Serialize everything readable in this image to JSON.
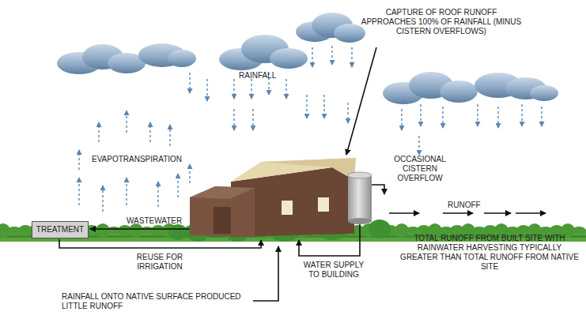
{
  "diagram": {
    "nodes": [
      {
        "text": [
          "TREATMENT"
        ]
      }
    ],
    "labels": [
      "CAPTURE OF ROOF RUNOFF APPROACHES 100% OF RAINFALL (MINUS CISTERN OVERFLOWS)",
      "RAINFALL",
      "EVAPOTRANSPIRATION",
      "OCCASIONAL CISTERN OVERFLOW",
      "RUNOFF",
      "WASTEWATER",
      "REUSE FOR IRRIGATION",
      "WATER SUPPLY TO BUILDING",
      "TOTAL RUNOFF FROM BUILT SITE WITH RAINWATER HARVESTING TYPICALLY GREATER THAN TOTAL RUNOFF FROM NATIVE SITE",
      "RAINFALL ONTO NATIVE SURFACE PRODUCED LITTLE RUNOFF"
    ]
  }
}
